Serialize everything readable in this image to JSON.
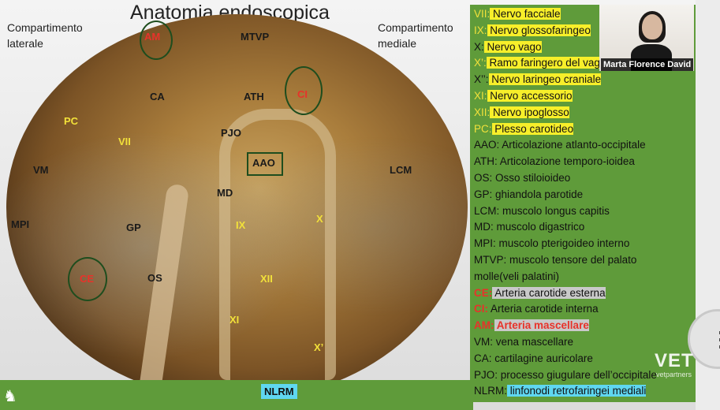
{
  "slide": {
    "title": "Anatomia endoscopica",
    "compartment_lateral": "Compartimento\nlaterale",
    "compartment_medial": "Compartimento\nmediale",
    "image_labels": {
      "am": "AM",
      "mtvp": "MTVP",
      "ca": "CA",
      "ath": "ATH",
      "ci": "CI",
      "pc": "PC",
      "vii": "VII",
      "pjo": "PJO",
      "aao": "AAO",
      "vm": "VM",
      "lcm": "LCM",
      "md": "MD",
      "mpi": "MPI",
      "gp": "GP",
      "ix": "IX",
      "x": "X",
      "ce": "CE",
      "os": "OS",
      "xii": "XII",
      "xi": "XI",
      "x_prime": "X’"
    },
    "bottom_label": "NLRM"
  },
  "legend": [
    {
      "abbr": "VII:",
      "text": "Nervo facciale",
      "abbr_color": "yellow",
      "highlight": "yellow"
    },
    {
      "abbr": "IX:",
      "text": "Nervo glossofaringeo",
      "abbr_color": "yellow",
      "highlight": "yellow"
    },
    {
      "abbr": "X:",
      "text": "Nervo vago",
      "abbr_color": "black",
      "highlight": "yellow"
    },
    {
      "abbr": "X’:",
      "text": "Ramo faringero del vago",
      "abbr_color": "yellow",
      "highlight": "yellow"
    },
    {
      "abbr": "X’’:",
      "text": "Nervo laringeo craniale",
      "abbr_color": "black",
      "highlight": "yellow"
    },
    {
      "abbr": "XI:",
      "text": "Nervo accessorio",
      "abbr_color": "yellow",
      "highlight": "yellow"
    },
    {
      "abbr": "XII:",
      "text": "Nervo ipoglosso",
      "abbr_color": "yellow",
      "highlight": "yellow"
    },
    {
      "abbr": "PC:",
      "text": "Plesso carotideo",
      "abbr_color": "yellow",
      "highlight": "yellow"
    },
    {
      "abbr": "AAO:",
      "text": "Articolazione atlanto-occipitale",
      "abbr_color": "black",
      "highlight": "none"
    },
    {
      "abbr": "ATH:",
      "text": "Articolazione temporo-ioidea",
      "abbr_color": "black",
      "highlight": "none"
    },
    {
      "abbr": "OS:",
      "text": "Osso stiloioideo",
      "abbr_color": "black",
      "highlight": "none"
    },
    {
      "abbr": "GP:",
      "text": "ghiandola parotide",
      "abbr_color": "black",
      "highlight": "none"
    },
    {
      "abbr": "LCM:",
      "text": "muscolo longus capitis",
      "abbr_color": "black",
      "highlight": "none"
    },
    {
      "abbr": "MD:",
      "text": "muscolo digastrico",
      "abbr_color": "black",
      "highlight": "none"
    },
    {
      "abbr": "MPI:",
      "text": "muscolo pterigoideo interno",
      "abbr_color": "black",
      "highlight": "none"
    },
    {
      "abbr": "MTVP:",
      "text": "muscolo tensore del palato",
      "abbr_color": "black",
      "highlight": "none"
    },
    {
      "abbr": "",
      "text": "molle(veli palatini)",
      "abbr_color": "black",
      "highlight": "none"
    },
    {
      "abbr": "CE:",
      "text": "Arteria carotide esterna",
      "abbr_color": "red",
      "highlight": "gray"
    },
    {
      "abbr": "CI:",
      "text": "Arteria carotide interna",
      "abbr_color": "red",
      "highlight": "none"
    },
    {
      "abbr": "AM:",
      "text": "Arteria mascellare",
      "abbr_color": "red",
      "highlight": "gray"
    },
    {
      "abbr": "VM:",
      "text": "vena mascellare",
      "abbr_color": "black",
      "highlight": "none"
    },
    {
      "abbr": "CA:",
      "text": "cartilagine auricolare",
      "abbr_color": "black",
      "highlight": "none"
    },
    {
      "abbr": "PJO:",
      "text": "processo giugulare dell’occipitale",
      "abbr_color": "black",
      "highlight": "none"
    },
    {
      "abbr": "NLRM:",
      "text": "linfonodi retrofaringei mediali",
      "abbr_color": "black",
      "highlight": "cyan"
    }
  ],
  "video": {
    "participant_name": "Marta Florence David"
  },
  "watermark": {
    "brand": "VET",
    "sub": "vetpartners"
  },
  "icons": {
    "logo": "horse-head-icon",
    "round_button": "expand-icon"
  },
  "colors": {
    "panel_green": "#5f9b3a",
    "highlight_yellow": "#f7ef2a",
    "highlight_cyan": "#5fd7f0",
    "label_red": "#e8322a",
    "label_yellow": "#f2e13a"
  }
}
